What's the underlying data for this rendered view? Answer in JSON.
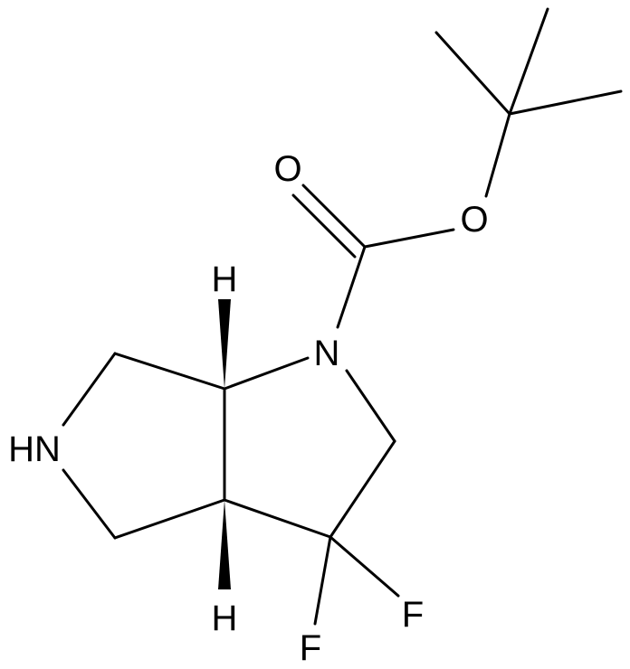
{
  "molecule": {
    "atoms": {
      "O_carbonyl": "O",
      "O_ester": "O",
      "N_ring": "N",
      "NH": "HN",
      "H_top": "H",
      "H_bottom": "H",
      "F_right": "F",
      "F_bottom": "F"
    }
  }
}
